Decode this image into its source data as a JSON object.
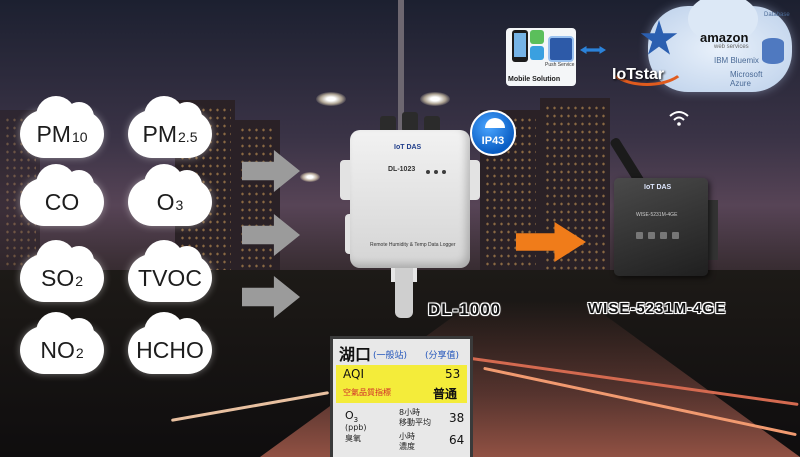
{
  "pollutants": {
    "pm10": {
      "main": "PM",
      "sub": "10"
    },
    "pm25": {
      "main": "PM",
      "sub": "2.5"
    },
    "co": {
      "main": "CO"
    },
    "o3": {
      "main": "O",
      "sub": "3"
    },
    "so2": {
      "main": "SO",
      "sub": "2"
    },
    "tvoc": {
      "main": "TVOC"
    },
    "no2": {
      "main": "NO",
      "sub": "2"
    },
    "hcho": {
      "main": "HCHO"
    }
  },
  "devices": {
    "logger_label": "DL-1000",
    "logger_model_print": "DL-1023",
    "logger_caption": "Remote Humidity & Temp Data Logger",
    "logger_logo": "IoT DAS",
    "gateway_label": "WISE-5231M-4GE",
    "gateway_model_print": "WISE-5231M-4GE"
  },
  "badges": {
    "ip43": "IP43"
  },
  "cloud": {
    "brand": "IoTstar",
    "amazon": "amazon",
    "amazon_sub": "web services",
    "bluemix": "IBM Bluemix",
    "azure": "Microsoft Azure",
    "database": "Database"
  },
  "mobile": {
    "label": "Mobile Solution",
    "push_label": "Push Service"
  },
  "aqi": {
    "station": "湖口",
    "tag_general": "(一般站)",
    "tag_share": "(分享值)",
    "aqi_label": "AQI",
    "aqi_value": "53",
    "quality_label": "空氣品質指標",
    "quality_value": "普通",
    "o3_label": "O",
    "o3_sub": "3",
    "o3_unit": "(ppb)",
    "o3_name": "臭氧",
    "avg8_label": "8小時",
    "avg8_sub": "移動平均",
    "avg8_value": "38",
    "hour_label": "小時",
    "hour_sub": "濃度",
    "hour_value": "64"
  }
}
